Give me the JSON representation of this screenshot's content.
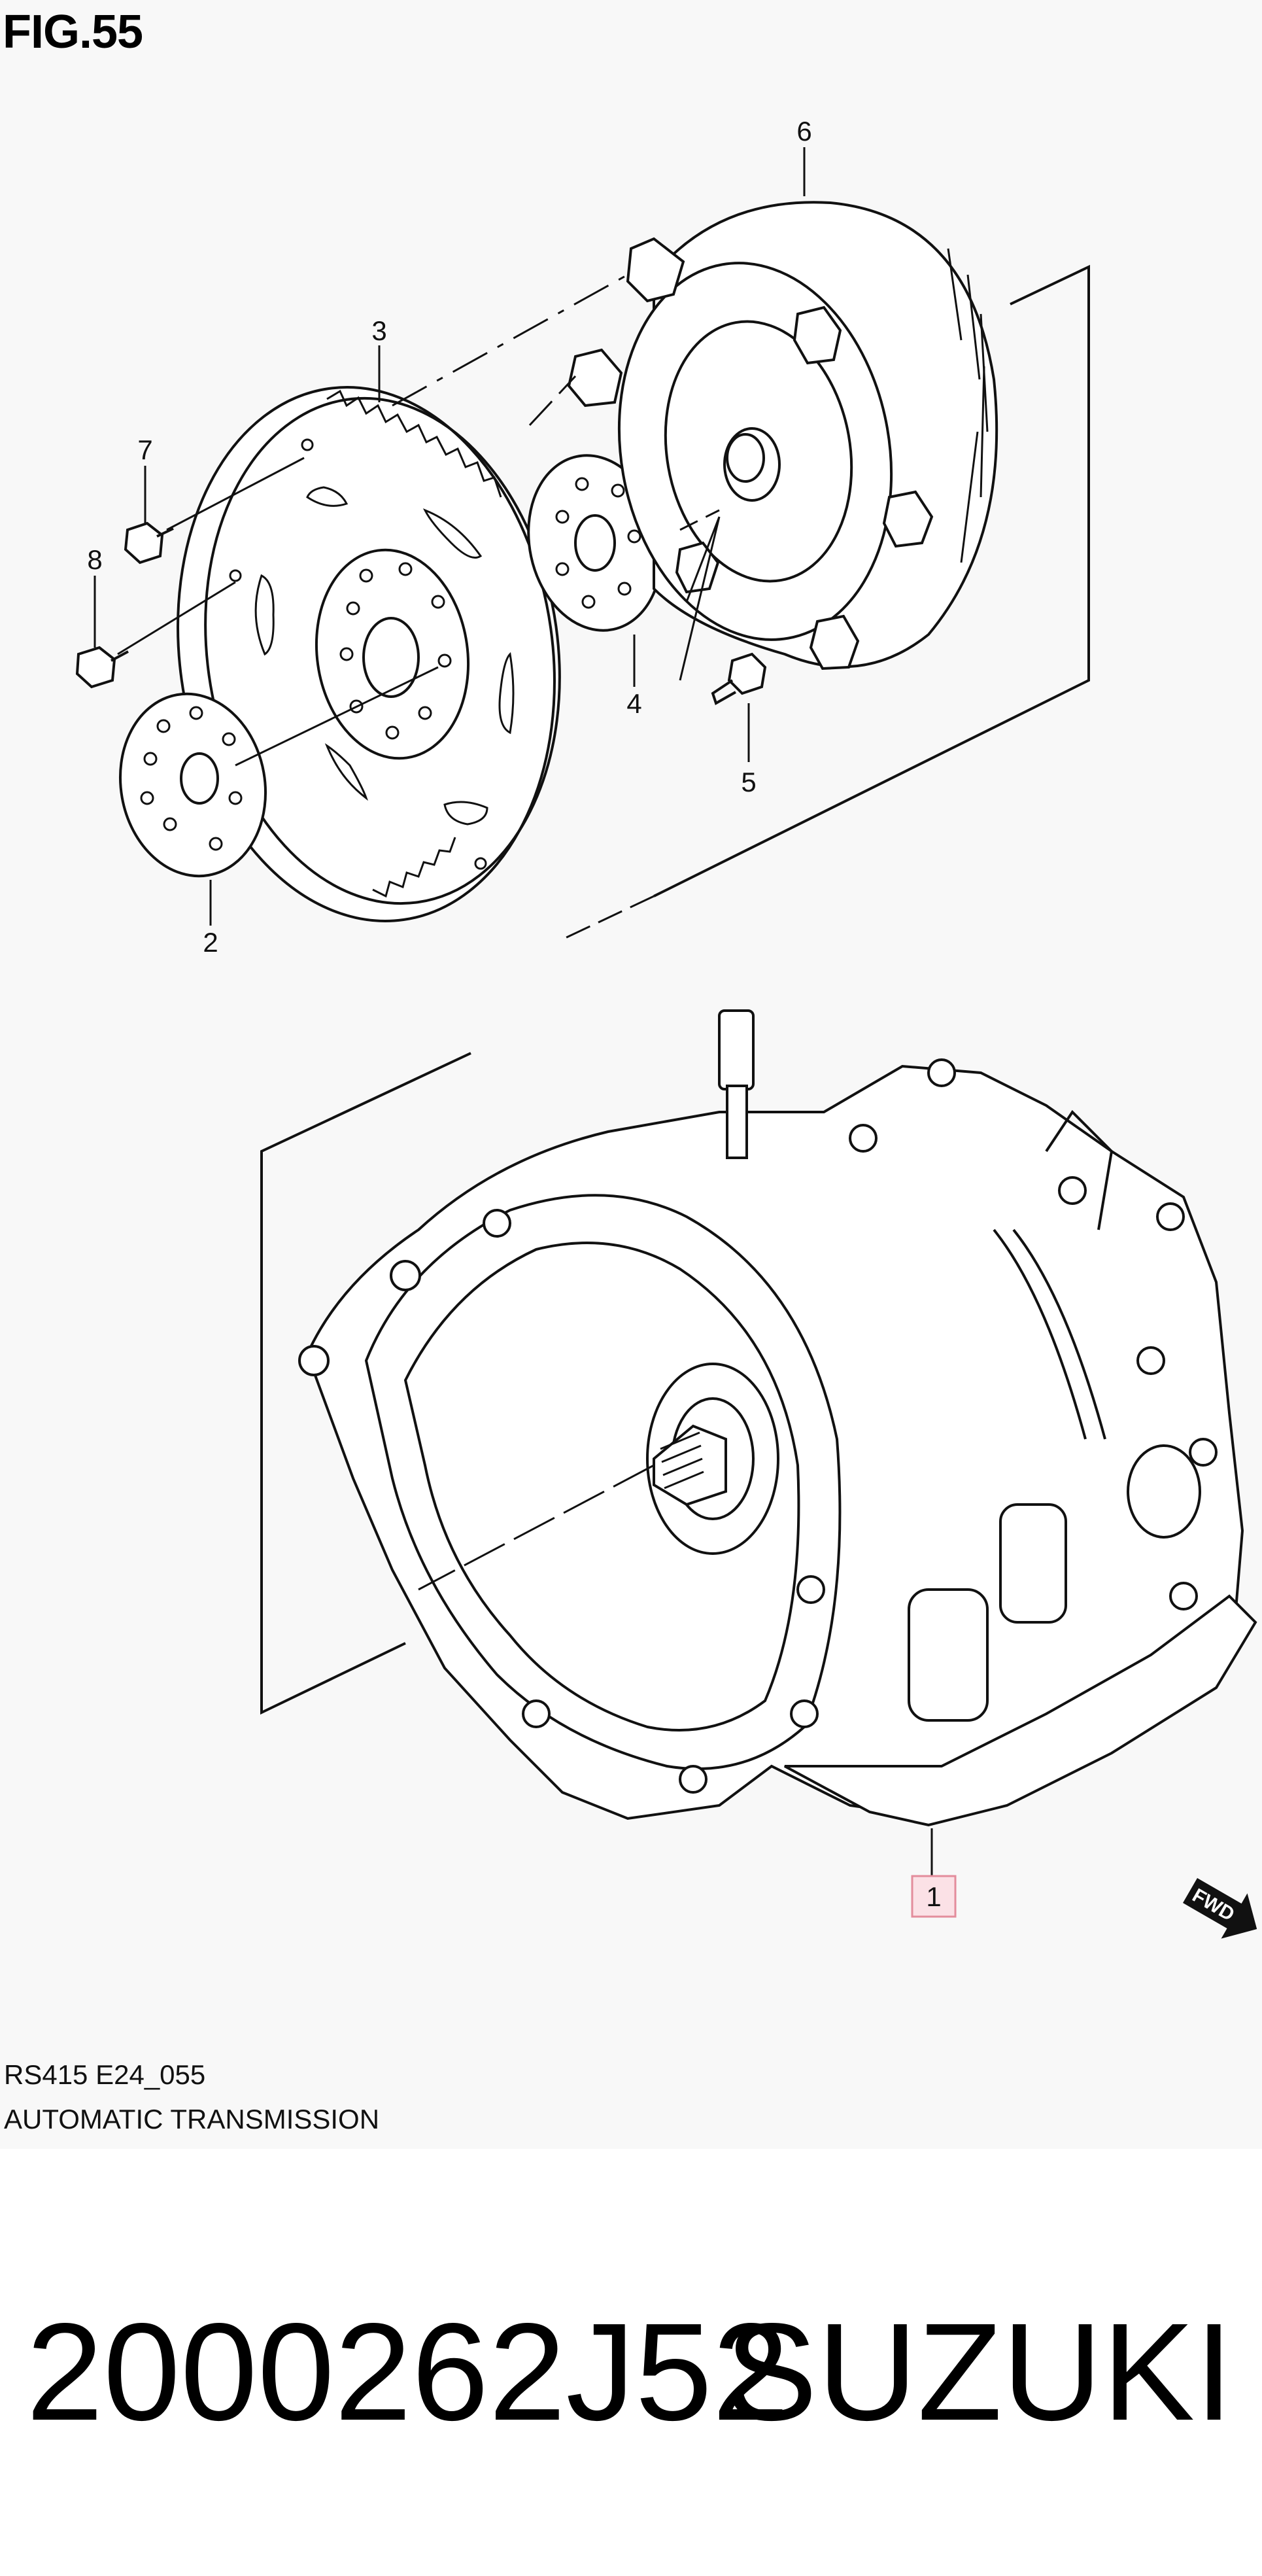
{
  "figure": {
    "title": "FIG.55",
    "model_code": "RS415 E24_055",
    "caption": "AUTOMATIC TRANSMISSION"
  },
  "callouts": [
    {
      "label": "1",
      "highlight": true
    },
    {
      "label": "2"
    },
    {
      "label": "3"
    },
    {
      "label": "4"
    },
    {
      "label": "5"
    },
    {
      "label": "6"
    },
    {
      "label": "7"
    },
    {
      "label": "8"
    }
  ],
  "direction_badge": "FWD",
  "listing": {
    "part_number": "2000262J52",
    "brand": "SUZUKI"
  },
  "colors": {
    "panel_bg": "#f8f8f8",
    "highlight_fill": "#fbe1e6",
    "highlight_stroke": "#e38d9c",
    "line": "#111111"
  }
}
